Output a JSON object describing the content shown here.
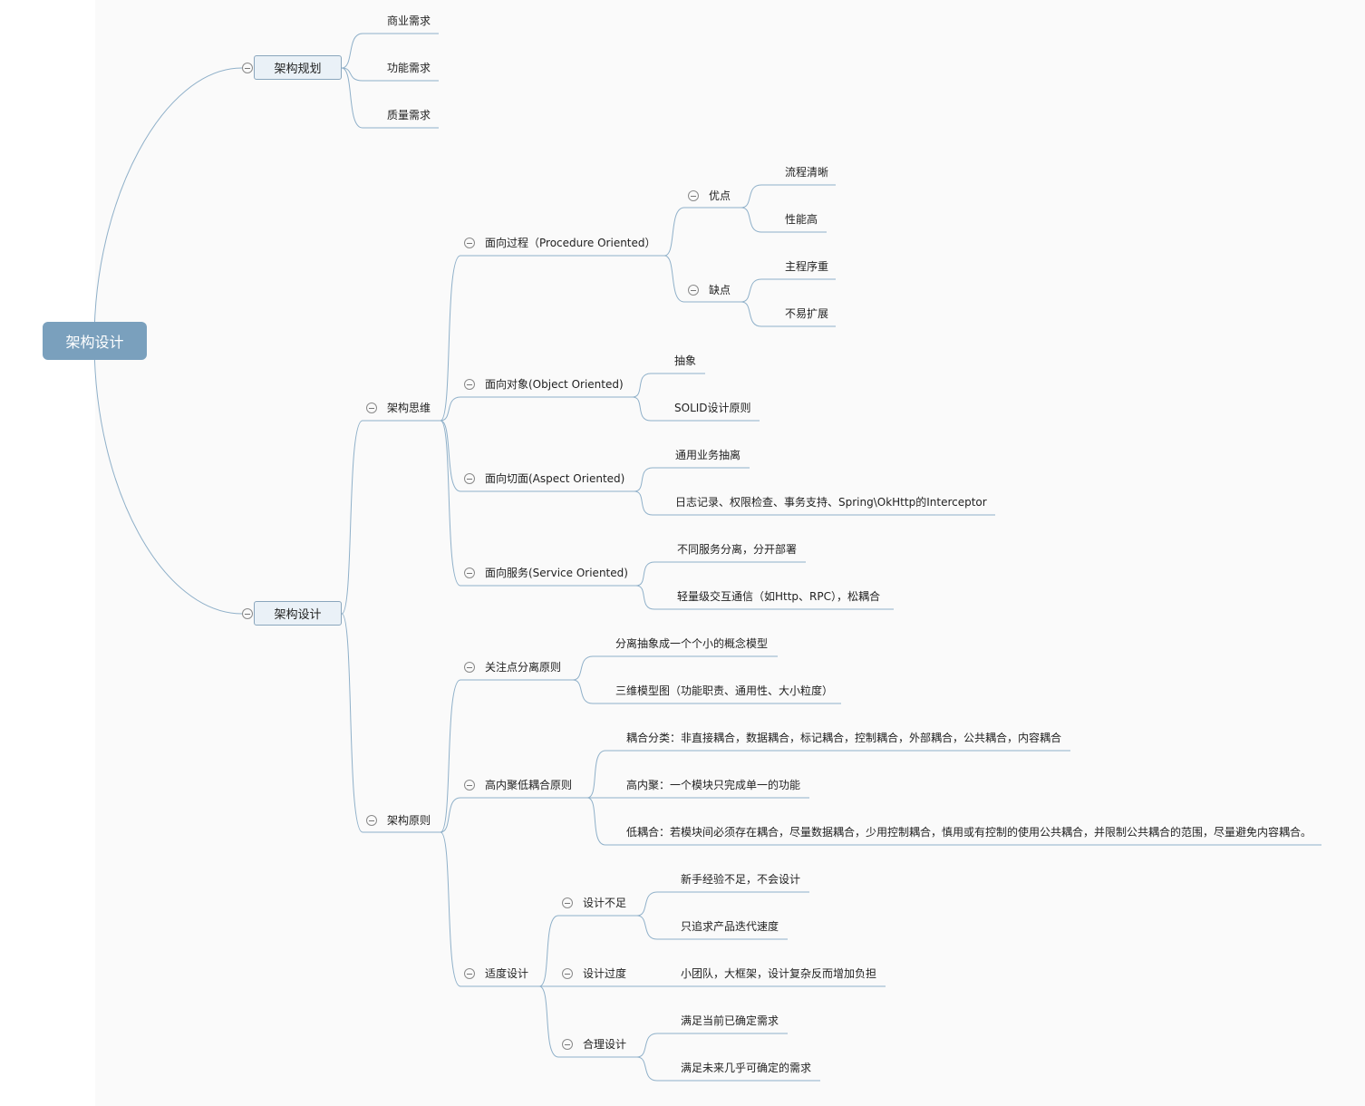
{
  "colors": {
    "line": "#8fb0c9",
    "root_fill": "#7aa0bd",
    "node_fill": "#eaf1f7",
    "node_border": "#8aa6bd"
  },
  "root": {
    "label": "架构设计"
  },
  "planning": {
    "label": "架构规划",
    "children": [
      "商业需求",
      "功能需求",
      "质量需求"
    ]
  },
  "design": {
    "label": "架构设计",
    "thinking": {
      "label": "架构思维",
      "procedure": {
        "label": "面向过程（Procedure Oriented）",
        "pros": {
          "label": "优点",
          "items": [
            "流程清晰",
            "性能高"
          ]
        },
        "cons": {
          "label": "缺点",
          "items": [
            "主程序重",
            "不易扩展"
          ]
        }
      },
      "object": {
        "label": "面向对象(Object Oriented)",
        "items": [
          "抽象",
          "SOLID设计原则"
        ]
      },
      "aspect": {
        "label": "面向切面(Aspect Oriented)",
        "items": [
          "通用业务抽离",
          "日志记录、权限检查、事务支持、Spring\\OkHttp的Interceptor"
        ]
      },
      "service": {
        "label": "面向服务(Service Oriented)",
        "items": [
          "不同服务分离，分开部署",
          "轻量级交互通信（如Http、RPC），松耦合"
        ]
      }
    },
    "principles": {
      "label": "架构原则",
      "separation": {
        "label": "关注点分离原则",
        "items": [
          "分离抽象成一个个小的概念模型",
          "三维模型图（功能职责、通用性、大小粒度）"
        ]
      },
      "cohesion": {
        "label": "高内聚低耦合原则",
        "items": [
          "耦合分类：非直接耦合，数据耦合，标记耦合，控制耦合，外部耦合，公共耦合，内容耦合",
          "高内聚：一个模块只完成单一的功能",
          "低耦合：若模块间必须存在耦合，尽量数据耦合，少用控制耦合，慎用或有控制的使用公共耦合，并限制公共耦合的范围，尽量避免内容耦合。"
        ]
      },
      "moderate": {
        "label": "适度设计",
        "insufficient": {
          "label": "设计不足",
          "items": [
            "新手经验不足，不会设计",
            "只追求产品迭代速度"
          ]
        },
        "excessive": {
          "label": "设计过度",
          "items": [
            "小团队，大框架，设计复杂反而增加负担"
          ]
        },
        "reasonable": {
          "label": "合理设计",
          "items": [
            "满足当前已确定需求",
            "满足未来几乎可确定的需求"
          ]
        }
      }
    }
  }
}
